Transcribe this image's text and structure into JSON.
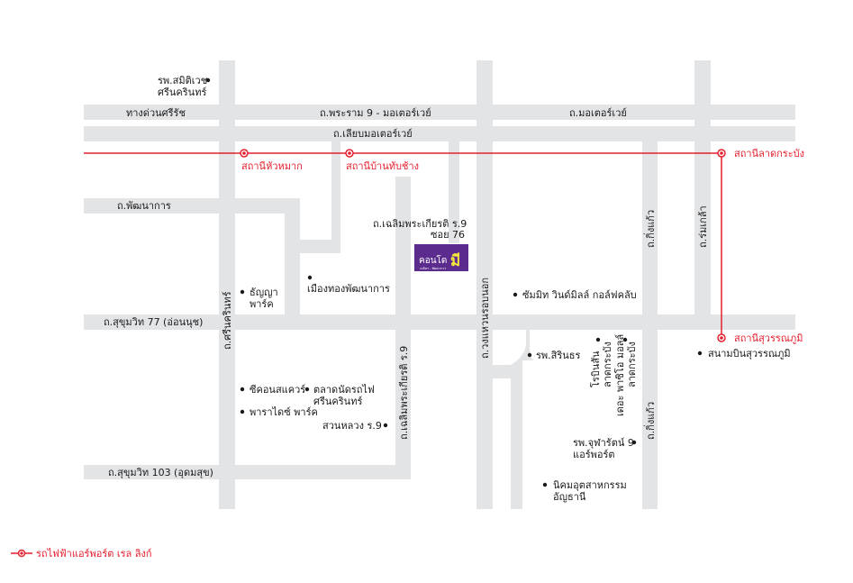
{
  "colors": {
    "road": "#e3e4e6",
    "rail": "#e5202e",
    "text": "#1a1a1a",
    "brand_bg": "#5b2c8e",
    "brand_text": "#f5e63c"
  },
  "roads": {
    "srinakarin_expressway": "ทางด่วนศรีรัช",
    "rama9_motorway": "ถ.พระราม 9 - มอเตอร์เวย์",
    "motorway": "ถ.มอเตอร์เวย์",
    "motorway_frontage": "ถ.เลียบมอเตอร์เวย์",
    "phatthanakan": "ถ.พัฒนาการ",
    "chaloem_9_76": "ถ.เฉลิมพระเกียรติ ร.9",
    "soi_76": "ซอย 76",
    "sukhumvit_77": "ถ.สุขุมวิท 77 (อ่อนนุช)",
    "sukhumvit_103": "ถ.สุขุมวิท 103 (อุดมสุข)",
    "srinakarin": "ถ.ศรีนครินทร์",
    "chaloem_9": "ถ.เฉลิมพระเกียรติ ร.9",
    "wongwaen": "ถ.วงแหวนรอบนอก",
    "king_kaeo_upper": "ถ.กิ่งแก้ว",
    "king_kaeo_lower": "ถ.กิ่งแก้ว",
    "rom_klao": "ถ.ร่มเกล้า"
  },
  "stations": {
    "hua_mak": "สถานีหัวหมาก",
    "ban_thap_chang": "สถานีบ้านทับช้าง",
    "lat_krabang": "สถานีลาดกระบัง",
    "suvarnabhumi": "สถานีสุวรรณภูมิ"
  },
  "places": {
    "samitivej_l1": "รพ.สมิติเวช",
    "samitivej_l2": "ศรีนครินทร์",
    "thanya_l1": "ธัญญา",
    "thanya_l2": "พาร์ค",
    "mueang_thong": "เมืองทองพัฒนาการ",
    "summit": "ซัมมิท วินด์มิลล์ กอล์ฟคลับ",
    "siriraj": "รพ.สิรินธร",
    "robinson_l1": "โรบินสัน",
    "robinson_l2": "ลาดกระบัง",
    "paseo_l1": "เดอะ พาซิโอ มอลล์",
    "paseo_l2": "ลาดกระบัง",
    "suvarnabhumi_airport": "สนามบินสุวรรณภูมิ",
    "seacon": "ซีคอนสแควร์",
    "train_market_l1": "ตลาดนัดรถไฟ",
    "train_market_l2": "ศรีนครินทร์",
    "paradise": "พาราไดซ์ พาร์ค",
    "suan_luang": "สวนหลวง ร.9",
    "chularat_l1": "รพ.จุฬารัตน์ 9",
    "chularat_l2": "แอร์พอร์ต",
    "industrial_l1": "นิคมอุตสาหกรรม",
    "industrial_l2": "อัญธานี"
  },
  "project": {
    "name": "คอนโด",
    "brand": "มี",
    "sub": "เฉลิมฯ - พัฒนาการ"
  },
  "legend": {
    "label": "รถไฟฟ้าแอร์พอร์ต เรล ลิงก์"
  }
}
